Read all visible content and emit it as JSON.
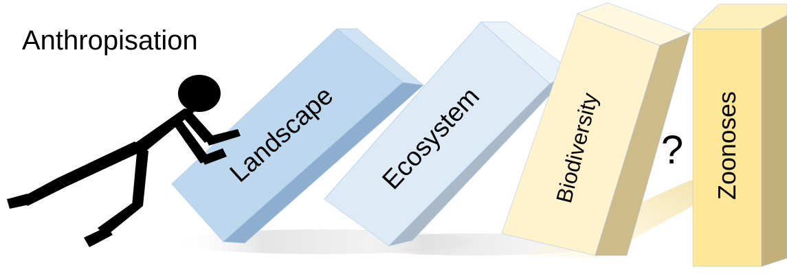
{
  "title": "Anthropisation",
  "blocks": [
    {
      "label": "Landscape",
      "front": "#bdd7ee",
      "top": "#cfe2f3",
      "side": "#8eaed0"
    },
    {
      "label": "Ecosystem",
      "front": "#deebf7",
      "top": "#e9f1f9",
      "side": "#aab9c8"
    },
    {
      "label": "Biodiversity",
      "front": "#fff2cc",
      "top": "#fff7de",
      "side": "#cdbb8a"
    },
    {
      "label": "Zoonoses",
      "front": "#ffe699",
      "top": "#fff0bb",
      "side": "#c4b07a"
    }
  ],
  "question_mark": "?",
  "colors": {
    "figure": "#000000",
    "shadow": "#d6d6d6",
    "edge": "#9dc3e6"
  }
}
